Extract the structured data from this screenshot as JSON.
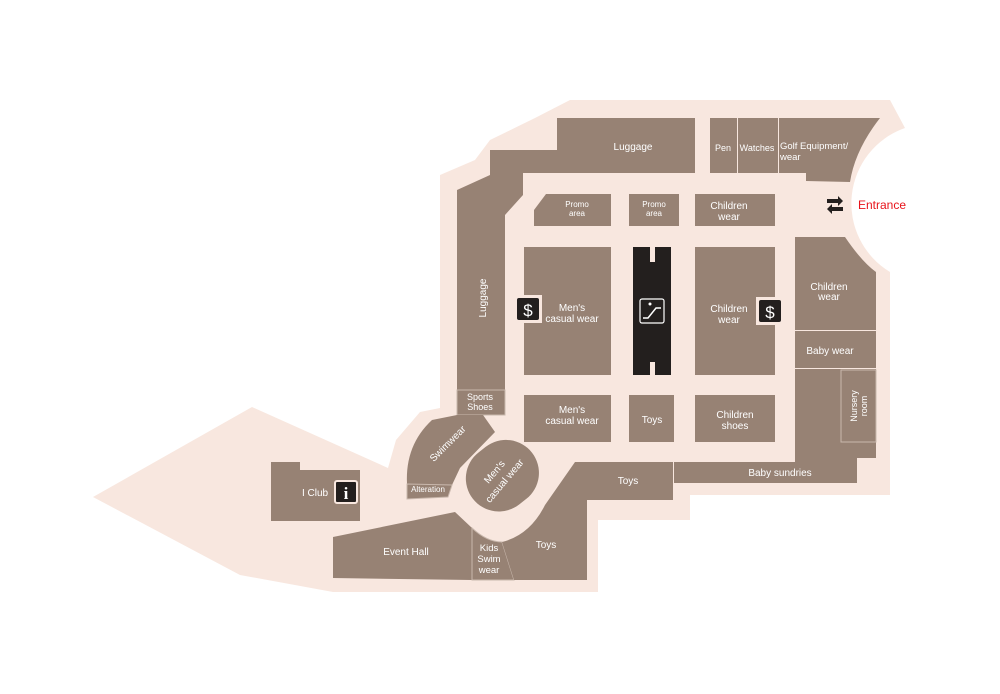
{
  "map": {
    "entrance_label": "Entrance",
    "colors": {
      "floor": "#f8e7df",
      "shop": "#978274",
      "escalator": "#231f1e",
      "entrance": "#e8141b"
    },
    "stores": {
      "luggage_top": "Luggage",
      "pen": "Pen",
      "watches": "Watches",
      "golf_1": "Golf Equipment/",
      "golf_2": "wear",
      "promo1_1": "Promo",
      "promo1_2": "area",
      "promo2_1": "Promo",
      "promo2_2": "area",
      "children_wear_top_1": "Children",
      "children_wear_top_2": "wear",
      "mens_casual_1": "Men's",
      "mens_casual_2": "casual wear",
      "children_wear_mid_1": "Children",
      "children_wear_mid_2": "wear",
      "children_wear_right_1": "Children",
      "children_wear_right_2": "wear",
      "baby_wear": "Baby wear",
      "nursery_1": "Nursery",
      "nursery_2": "room",
      "mens_casual_low_1": "Men's",
      "mens_casual_low_2": "casual wear",
      "toys_mid": "Toys",
      "children_shoes_1": "Children",
      "children_shoes_2": "shoes",
      "baby_sundries": "Baby sundries",
      "toys_right": "Toys",
      "luggage_left": "Luggage",
      "sports_shoes_1": "Sports",
      "sports_shoes_2": "Shoes",
      "swimwear": "Swimwear",
      "alteration": "Alteration",
      "mens_casual_oval_1": "Men's",
      "mens_casual_oval_2": "casual wear",
      "i_club": "I Club",
      "event_hall": "Event Hall",
      "kids_swim_1": "Kids",
      "kids_swim_2": "Swim",
      "kids_swim_3": "wear",
      "toys_bottom": "Toys"
    },
    "icons": {
      "atm": "$",
      "info": "i"
    }
  }
}
